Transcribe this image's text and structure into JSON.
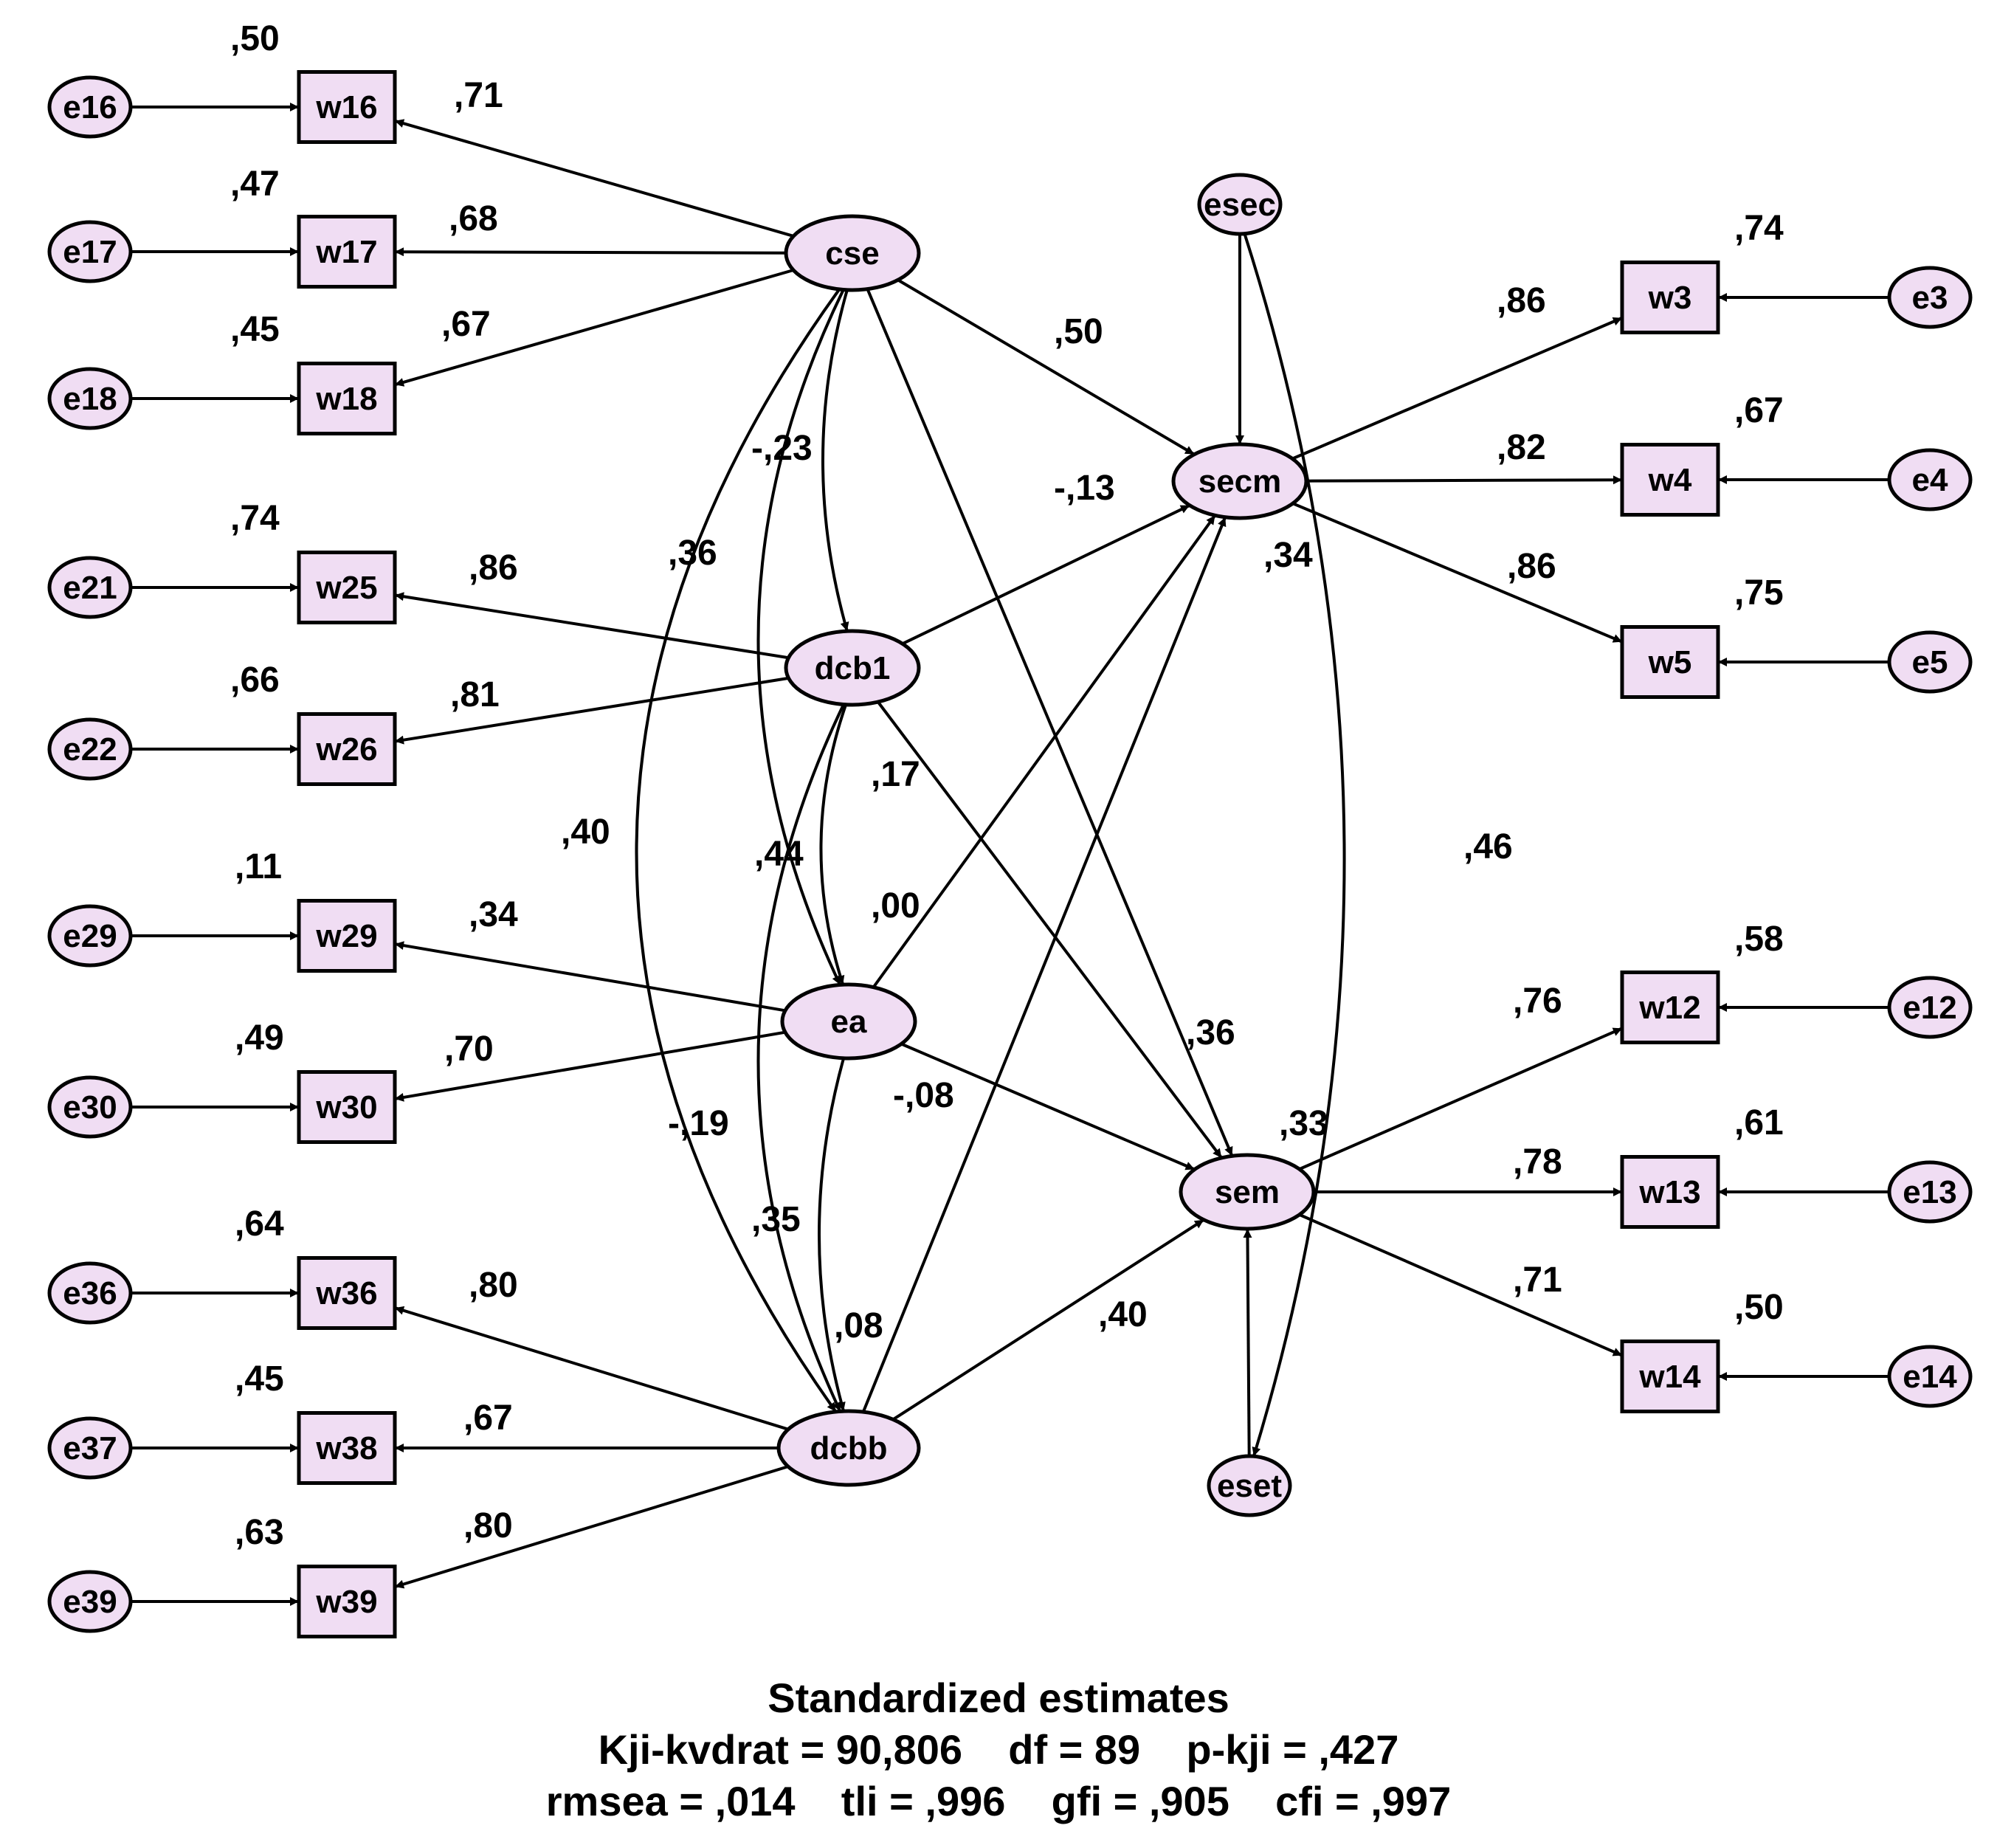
{
  "diagram": {
    "colors": {
      "node_fill": "#f0ddf3",
      "stroke": "#000000",
      "background": "#ffffff"
    },
    "errors": {
      "e16": "e16",
      "e17": "e17",
      "e18": "e18",
      "e21": "e21",
      "e22": "e22",
      "e29": "e29",
      "e30": "e30",
      "e36": "e36",
      "e37": "e37",
      "e39": "e39",
      "e3": "e3",
      "e4": "e4",
      "e5": "e5",
      "e12": "e12",
      "e13": "e13",
      "e14": "e14",
      "esec": "esec",
      "eset": "eset"
    },
    "observed": {
      "w16": "w16",
      "w17": "w17",
      "w18": "w18",
      "w25": "w25",
      "w26": "w26",
      "w29": "w29",
      "w30": "w30",
      "w36": "w36",
      "w38": "w38",
      "w39": "w39",
      "w3": "w3",
      "w4": "w4",
      "w5": "w5",
      "w12": "w12",
      "w13": "w13",
      "w14": "w14"
    },
    "latent": {
      "cse": "cse",
      "dcb1": "dcb1",
      "ea": "ea",
      "dcbb": "dcbb",
      "secm": "secm",
      "sem": "sem"
    },
    "r2": {
      "w16": ",50",
      "w17": ",47",
      "w18": ",45",
      "w25": ",74",
      "w26": ",66",
      "w29": ",11",
      "w30": ",49",
      "w36": ",64",
      "w38": ",45",
      "w39": ",63",
      "w3": ",74",
      "w4": ",67",
      "w5": ",75",
      "w12": ",58",
      "w13": ",61",
      "w14": ",50",
      "secm": ",34",
      "sem": ",33"
    },
    "loadings": {
      "w16": ",71",
      "w17": ",68",
      "w18": ",67",
      "w25": ",86",
      "w26": ",81",
      "w29": ",34",
      "w30": ",70",
      "w36": ",80",
      "w38": ",67",
      "w39": ",80",
      "w3": ",86",
      "w4": ",82",
      "w5": ",86",
      "w12": ",76",
      "w13": ",78",
      "w14": ",71"
    },
    "paths": {
      "cse_secm": ",50",
      "dcb1_secm": "-,13",
      "ea_secm": ",00",
      "dcbb_secm": ",08",
      "cse_sem": ",36",
      "dcb1_sem": ",17",
      "ea_sem": "-,08",
      "dcbb_sem": ",40"
    },
    "covariances": {
      "cse_dcb1": "-,23",
      "cse_ea": ",36",
      "cse_dcbb": ",40",
      "dcb1_ea": ",44",
      "dcb1_dcbb": "-,19",
      "ea_dcbb": ",35",
      "esec_eset": ",46"
    }
  },
  "footer": {
    "title": "Standardized estimates",
    "fit_line1": "Kji-kvdrat = 90,806    df = 89    p-kji = ,427",
    "fit_line2": "rmsea = ,014    tli = ,996    gfi = ,905    cfi = ,997"
  }
}
